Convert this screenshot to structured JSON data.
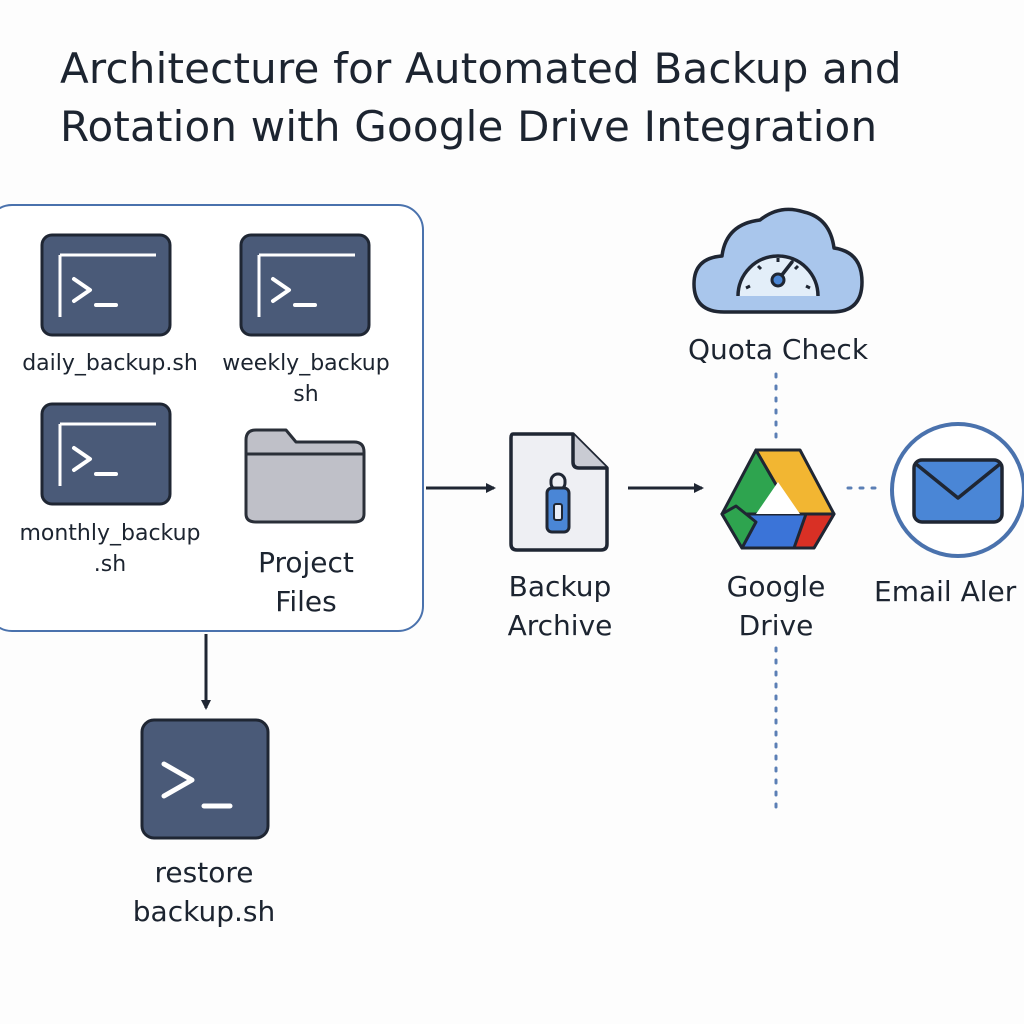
{
  "title": {
    "line1": "Architecture for Automated Backup and",
    "line2": "Rotation with Google Drive Integration"
  },
  "nodes": {
    "daily": {
      "label": "daily_backup.sh",
      "icon": "terminal-icon"
    },
    "weekly": {
      "line1": "weekly_backup",
      "line2": "sh",
      "icon": "terminal-icon"
    },
    "monthly": {
      "line1": "monthly_backup",
      "line2": ".sh",
      "icon": "terminal-icon"
    },
    "project": {
      "line1": "Project",
      "line2": "Files",
      "icon": "folder-icon"
    },
    "archive": {
      "line1": "Backup",
      "line2": "Archive",
      "icon": "zip-file-icon"
    },
    "drive": {
      "line1": "Google",
      "line2": "Drive",
      "icon": "google-drive-icon"
    },
    "quota": {
      "label": "Quota Check",
      "icon": "cloud-gauge-icon"
    },
    "email": {
      "label": "Email Aler",
      "icon": "envelope-icon"
    },
    "restore": {
      "line1": "restore",
      "line2": "backup.sh",
      "icon": "terminal-icon"
    }
  },
  "colors": {
    "terminal_fill": "#4a5a78",
    "terminal_border": "#1f2633",
    "group_border": "#4a72ad",
    "dotted_line": "#5b7fb5",
    "drive_green": "#2ea44f",
    "drive_yellow": "#f2b632",
    "drive_blue": "#3b74d8",
    "drive_red": "#d93025",
    "cloud_fill": "#a9c6ec",
    "email_fill": "#4a86d6"
  }
}
